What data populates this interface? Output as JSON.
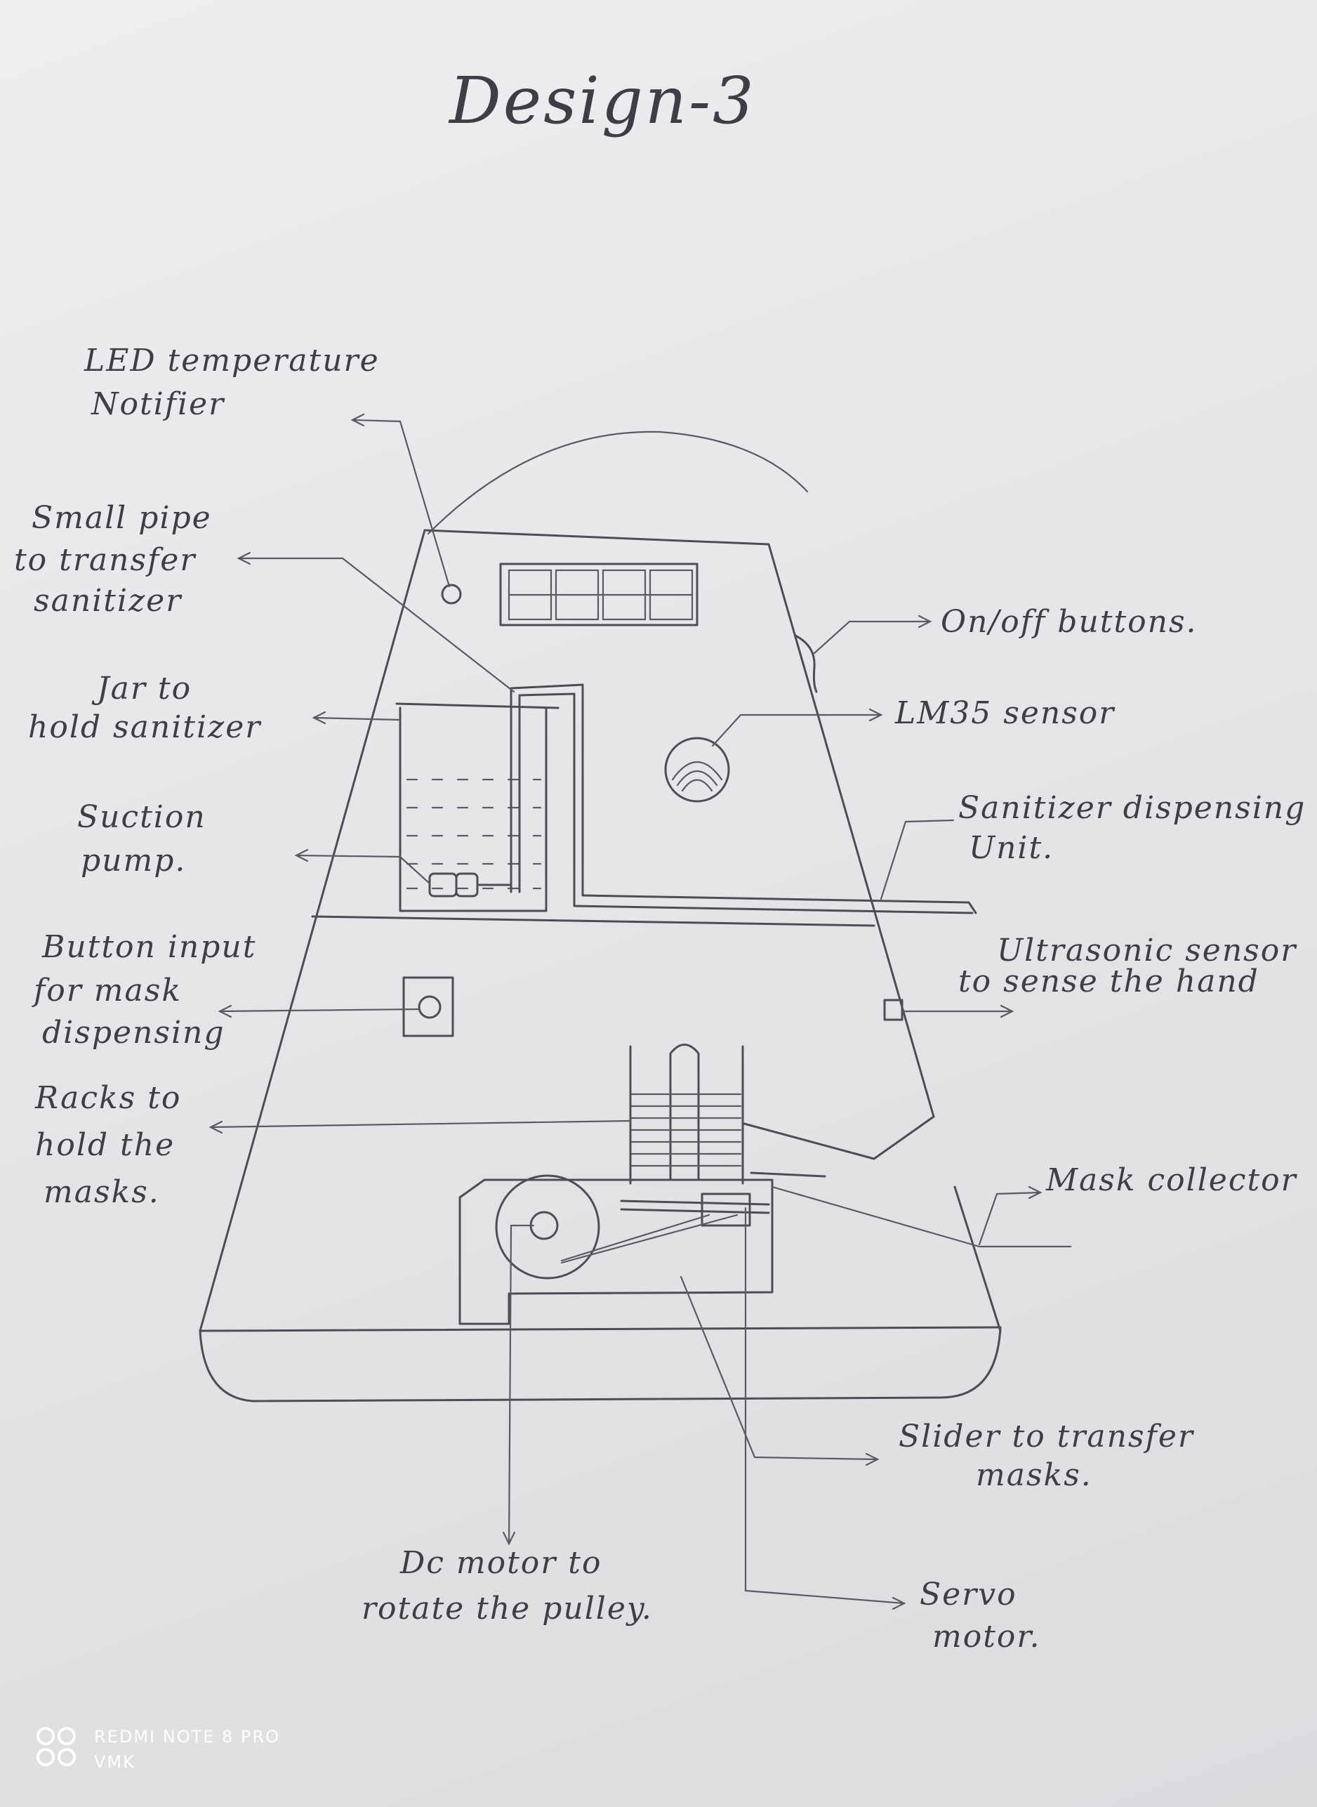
{
  "title": "Design-3",
  "labels": {
    "led_notifier": [
      "LED temperature",
      "Notifier"
    ],
    "small_pipe": [
      "Small pipe",
      "to transfer",
      "sanitizer"
    ],
    "jar": [
      "Jar to",
      "hold sanitizer"
    ],
    "suction_pump": [
      "Suction",
      "pump."
    ],
    "button_input": [
      "Button input",
      "for mask",
      "dispensing"
    ],
    "racks": [
      "Racks to",
      "hold the",
      "masks."
    ],
    "on_off": [
      "On/off buttons."
    ],
    "lm35": [
      "LM35 sensor"
    ],
    "sanitizer_unit": [
      "Sanitizer dispensing",
      "Unit."
    ],
    "ultrasonic": [
      "Ultrasonic sensor",
      "to sense the hand"
    ],
    "mask_collector": [
      "Mask collector"
    ],
    "slider": [
      "Slider to transfer",
      "masks."
    ],
    "dc_motor": [
      "Dc motor to",
      "rotate the pulley."
    ],
    "servo": [
      "Servo",
      "motor."
    ]
  },
  "watermark": {
    "line1": "REDMI NOTE 8 PRO",
    "line2": "VMK"
  }
}
